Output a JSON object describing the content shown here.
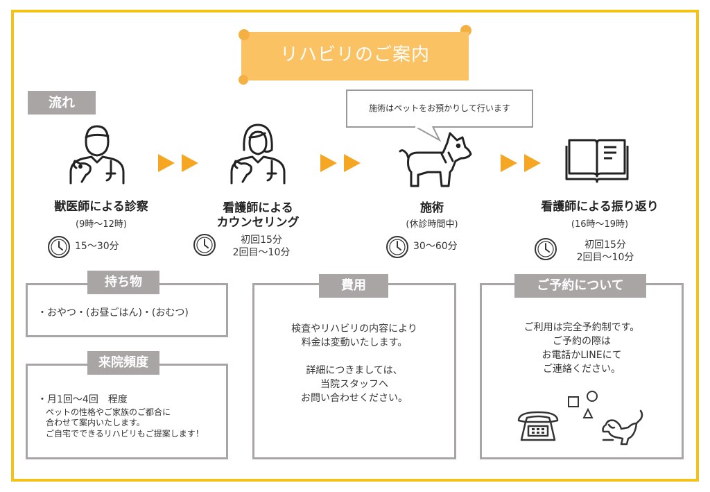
{
  "banner": {
    "title": "リハビリのご案内"
  },
  "flow": {
    "label": "流れ"
  },
  "bubble": {
    "text": "施術はペットをお預かりして行います"
  },
  "steps": [
    {
      "title": "獣医師による診察",
      "sub": "(9時〜12時)",
      "duration": "15〜30分",
      "icon": "vet-icon"
    },
    {
      "title_line1": "看護師による",
      "title_line2": "カウンセリング",
      "duration_line1": "初回15分",
      "duration_line2": "2回目〜10分",
      "icon": "nurse-icon"
    },
    {
      "title": "施術",
      "sub": "(休診時間中)",
      "duration": "30〜60分",
      "icon": "dog-icon"
    },
    {
      "title": "看護師による振り返り",
      "sub": "(16時〜19時)",
      "duration_line1": "初回15分",
      "duration_line2": "2回目〜10分",
      "icon": "book-icon"
    }
  ],
  "belongings": {
    "label": "持ち物",
    "text": "・おやつ・(お昼ごはん)・(おむつ)"
  },
  "frequency": {
    "label": "来院頻度",
    "line1": "・月1回〜4回　程度",
    "line2": "ペットの性格やご家族のご都合に",
    "line3": "合わせて案内いたします。",
    "line4": "ご自宅でできるリハビリもご提案します！"
  },
  "cost": {
    "label": "費用",
    "line1": "検査やリハビリの内容により",
    "line2": "料金は変動いたします。",
    "line3": "詳細につきましては、",
    "line4": "当院スタッフへ",
    "line5": "お問い合わせください。"
  },
  "reservation": {
    "label": "ご予約について",
    "line1": "ご利用は完全予約制です。",
    "line2": "ご予約の際は",
    "line3": "お電話かLINEにて",
    "line4": "ご連絡ください。"
  },
  "colors": {
    "frame": "#f2c21b",
    "banner": "#fbc264",
    "label": "#a9a5a4",
    "arrow": "#f5a623"
  }
}
